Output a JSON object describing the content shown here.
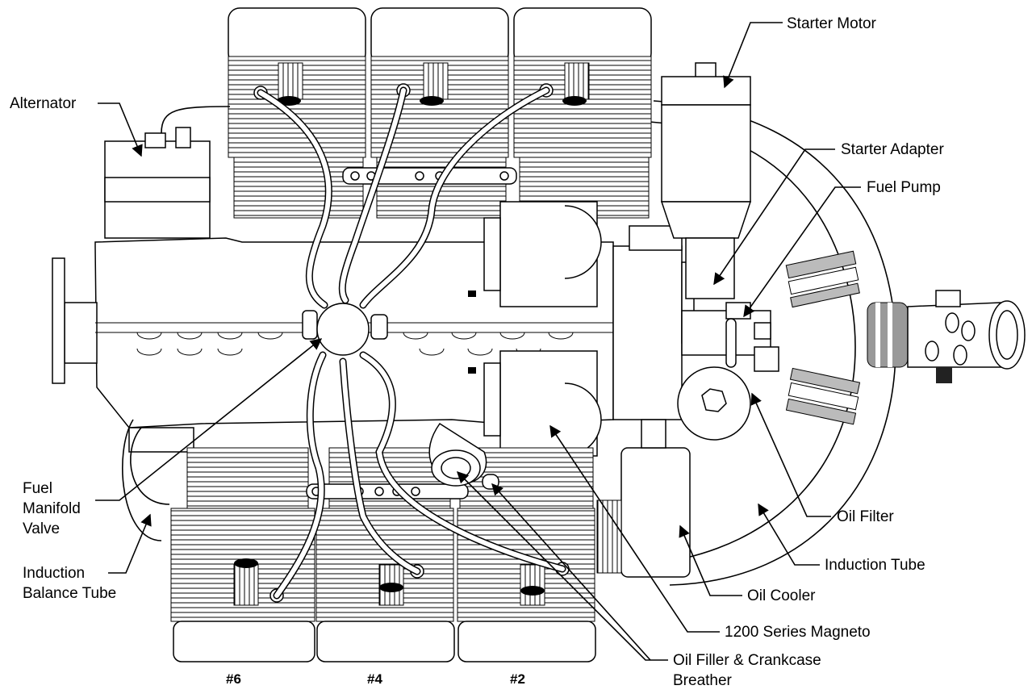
{
  "labels": {
    "starter_motor": "Starter Motor",
    "alternator": "Alternator",
    "starter_adapter": "Starter Adapter",
    "fuel_pump": "Fuel Pump",
    "fuel_manifold_valve_1": "Fuel",
    "fuel_manifold_valve_2": "Manifold",
    "fuel_manifold_valve_3": "Valve",
    "induction_balance_tube_1": "Induction",
    "induction_balance_tube_2": "Balance Tube",
    "oil_filter": "Oil Filter",
    "induction_tube": "Induction Tube",
    "oil_cooler": "Oil Cooler",
    "magneto": "1200 Series Magneto",
    "oil_filler_1": "Oil Filler & Crankcase",
    "oil_filler_2": "Breather"
  },
  "cylinders": {
    "c6": "#6",
    "c4": "#4",
    "c2": "#2"
  }
}
